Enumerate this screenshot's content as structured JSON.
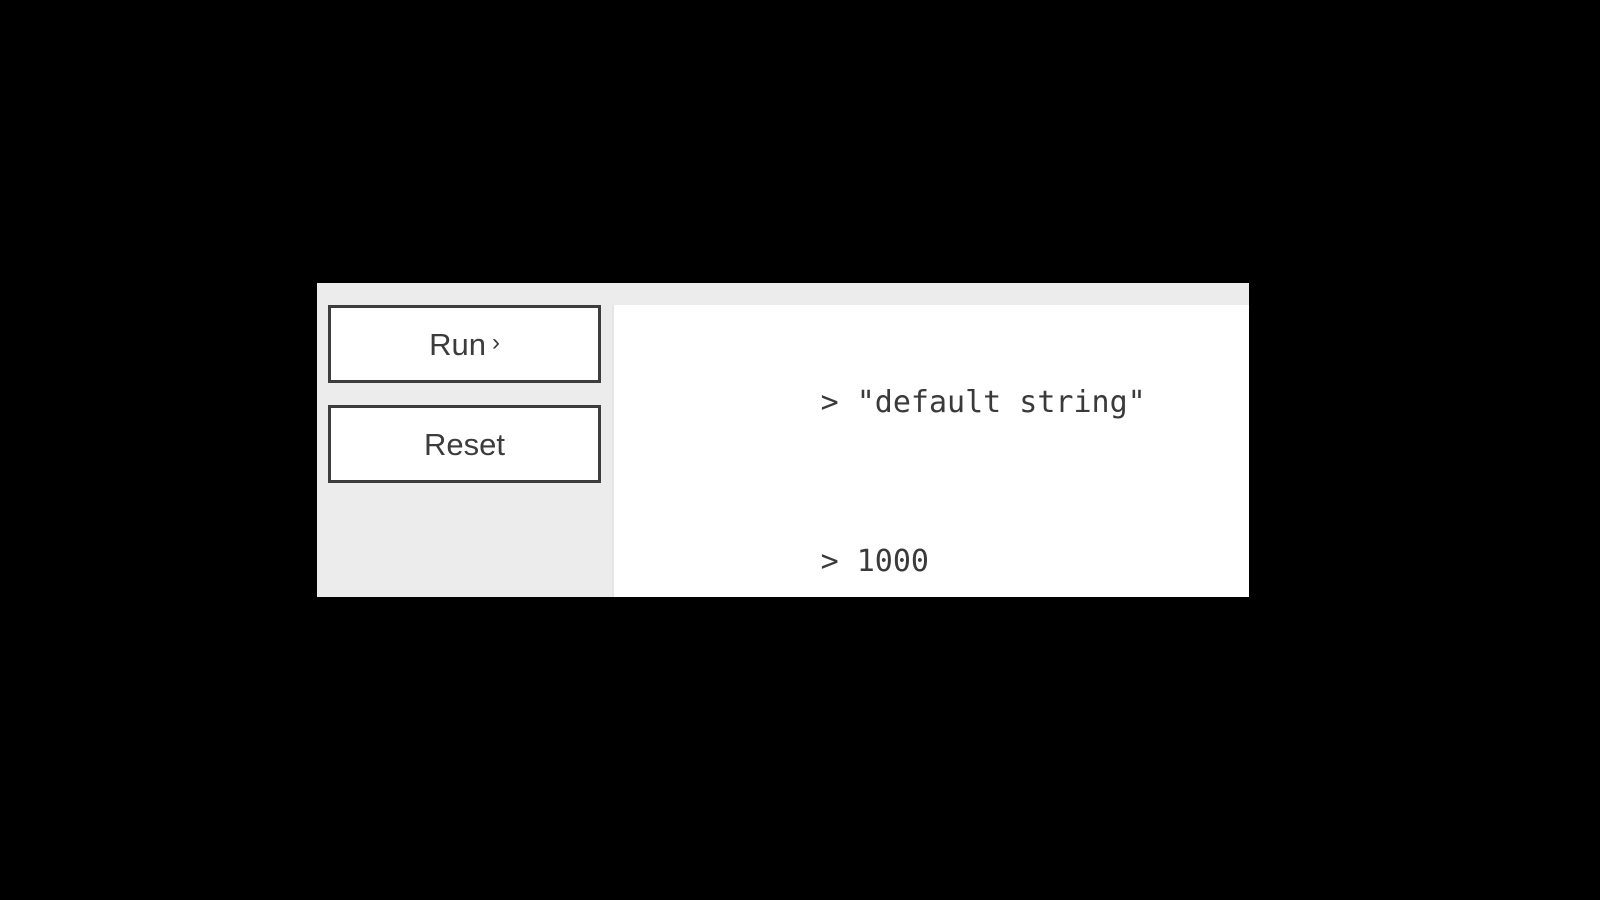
{
  "widget": {
    "name": "run-console-widget",
    "background_color": "#ececec",
    "panel_color": "#ececec",
    "console_background": "#ffffff",
    "border_color": "#3d3d3d",
    "text_color": "#3a3a3a",
    "page_background": "#000000"
  },
  "controls": {
    "run_button": {
      "label": "Run",
      "chevron": "›"
    },
    "reset_button": {
      "label": "Reset"
    }
  },
  "console": {
    "prompt": ">",
    "lines": [
      {
        "prompt": "> ",
        "text": "\"default string\""
      },
      {
        "prompt": "> ",
        "text": "1000"
      }
    ]
  }
}
